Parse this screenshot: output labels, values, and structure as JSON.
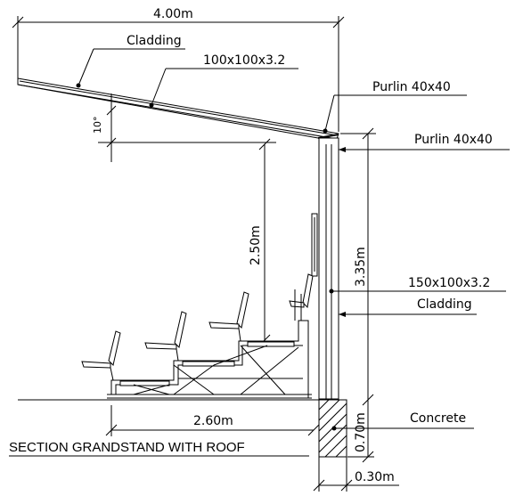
{
  "labels": {
    "roof_width": "4.00m",
    "cladding_roof": "Cladding",
    "roof_member": "100x100x3.2",
    "purlin_top": "Purlin  40x40",
    "purlin_side": "Purlin  40x40",
    "roof_angle": "10°",
    "clear_height": "2.50m",
    "total_height": "3.35m",
    "column_member": "150x100x3.2",
    "cladding_side": "Cladding",
    "concrete": "Concrete",
    "footing_depth": "0.70m",
    "footing_width": "0.30m",
    "stand_width": "2.60m",
    "title": "SECTION  GRANDSTAND WITH ROOF"
  }
}
